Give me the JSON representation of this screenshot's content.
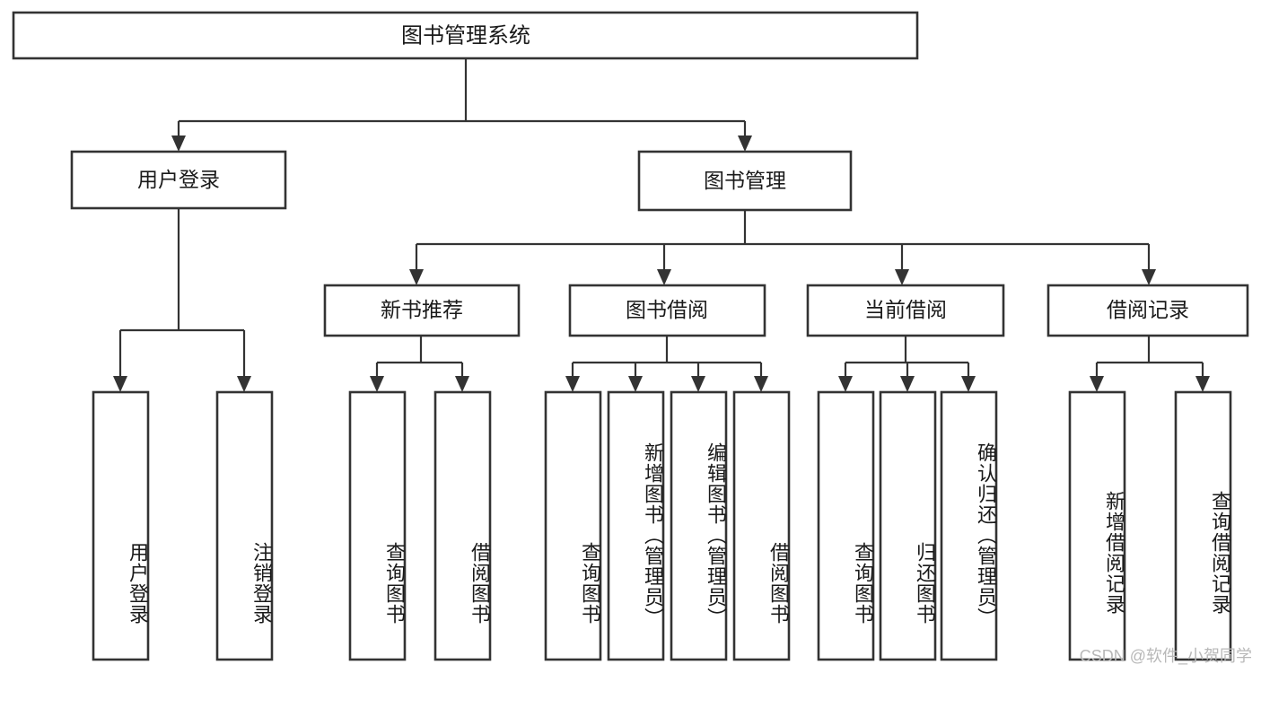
{
  "diagram": {
    "title": "图书管理系统",
    "type": "tree",
    "orientation": "top-down",
    "colors": {
      "box_stroke": "#333333",
      "box_fill": "#ffffff",
      "text": "#1a1a1a",
      "watermark": "#b8b8b8",
      "background": "#ffffff"
    },
    "root": {
      "label": "图书管理系统"
    },
    "level1": [
      {
        "label": "用户登录"
      },
      {
        "label": "图书管理"
      }
    ],
    "level2": [
      {
        "label": "新书推荐"
      },
      {
        "label": "图书借阅"
      },
      {
        "label": "当前借阅"
      },
      {
        "label": "借阅记录"
      }
    ],
    "leaves": {
      "user_login": [
        {
          "label": "用户登录"
        },
        {
          "label": "注销登录"
        }
      ],
      "new_book_recommend": [
        {
          "label": "查询图书"
        },
        {
          "label": "借阅图书"
        }
      ],
      "book_borrow": [
        {
          "label": "查询图书"
        },
        {
          "label": "新增图书（管理员）"
        },
        {
          "label": "编辑图书（管理员）"
        },
        {
          "label": "借阅图书"
        }
      ],
      "current_borrow": [
        {
          "label": "查询图书"
        },
        {
          "label": "归还图书"
        },
        {
          "label": "确认归还（管理员）"
        }
      ],
      "borrow_record": [
        {
          "label": "新增借阅记录"
        },
        {
          "label": "查询借阅记录"
        }
      ]
    },
    "watermark": "CSDN @软件_小贺同学"
  }
}
